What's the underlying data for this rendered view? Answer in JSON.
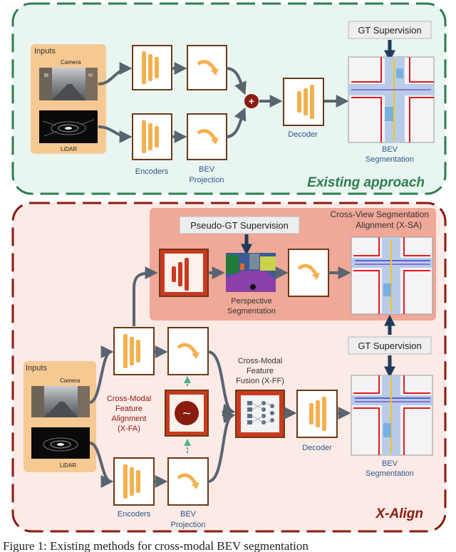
{
  "top": {
    "inputs_label": "Inputs",
    "camera_label": "Camera",
    "lidar_label": "LiDAR",
    "encoders_label": "Encoders",
    "bev_projection_line1": "BEV",
    "bev_projection_line2": "Projection",
    "fusion_symbol": "+",
    "decoder_label": "Decoder",
    "gt_supervision": "GT Supervision",
    "bev_seg_line1": "BEV",
    "bev_seg_line2": "Segmentation",
    "section_title": "Existing approach"
  },
  "bottom": {
    "xsa_title_line1": "Cross-View Segmentation",
    "xsa_title_line2": "Alignment (X-SA)",
    "pseudo_gt": "Pseudo-GT Supervision",
    "persp_seg_line1": "Perspective",
    "persp_seg_line2": "Segmentation",
    "gt_supervision": "GT Supervision",
    "xfa_line1": "Cross-Modal",
    "xfa_line2": "Feature",
    "xfa_line3": "Alignment",
    "xfa_line4": "(X-FA)",
    "xfa_symbol": "~",
    "xff_line1": "Cross-Modal",
    "xff_line2": "Feature",
    "xff_line3": "Fusion (X-FF)",
    "inputs_label": "Inputs",
    "camera_label": "Camera",
    "lidar_label": "LiDAR",
    "decoder_label": "Decoder",
    "encoders_label": "Encoders",
    "bev_projection_line1": "BEV",
    "bev_projection_line2": "Projection",
    "bev_seg_line1": "BEV",
    "bev_seg_line2": "Segmentation",
    "section_title": "X-Align"
  },
  "caption": "Figure 1: Existing methods for cross-modal BEV segmentation",
  "colors": {
    "top_border": "#2e7d4f",
    "top_fill": "#e9f5f1",
    "bottom_border": "#8b1a10",
    "bottom_fill": "#fbeae6",
    "xsa_panel": "#f0a898",
    "block_orange": "#f5b04e",
    "block_border": "#6b3a16",
    "inputs_panel": "#f6c993",
    "red_module": "#c93a1e",
    "arrow_gray": "#5a6470",
    "supervision_arrow": "#1f3a5a"
  }
}
